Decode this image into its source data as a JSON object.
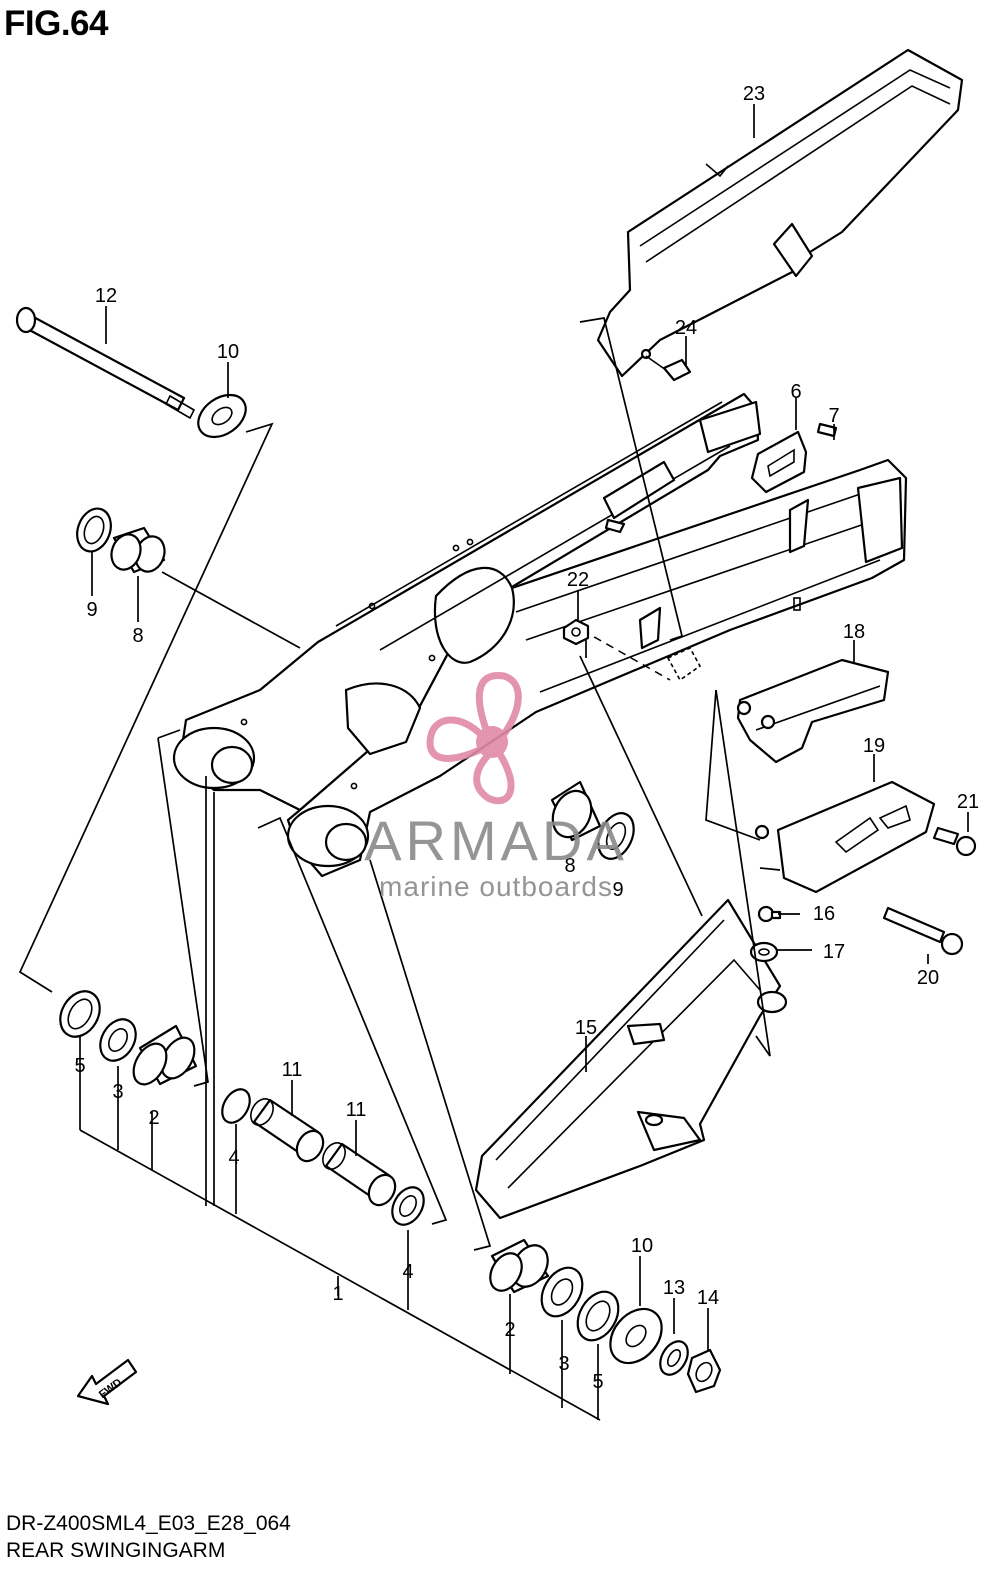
{
  "figure": {
    "title": "FIG.64",
    "model_code": "DR-Z400SML4_E03_E28_064",
    "section_name": "REAR SWINGINGARM",
    "fwd_label": "FWD"
  },
  "watermark": {
    "brand": "ARMADA",
    "tagline": "marine outboards",
    "logo_color": "#e08aa8"
  },
  "callouts": [
    "1",
    "2",
    "3",
    "4",
    "5",
    "2",
    "3",
    "5",
    "4",
    "6",
    "7",
    "8",
    "9",
    "8",
    "9",
    "10",
    "10",
    "11",
    "11",
    "12",
    "13",
    "14",
    "15",
    "16",
    "17",
    "18",
    "19",
    "20",
    "21",
    "22",
    "23",
    "24"
  ]
}
